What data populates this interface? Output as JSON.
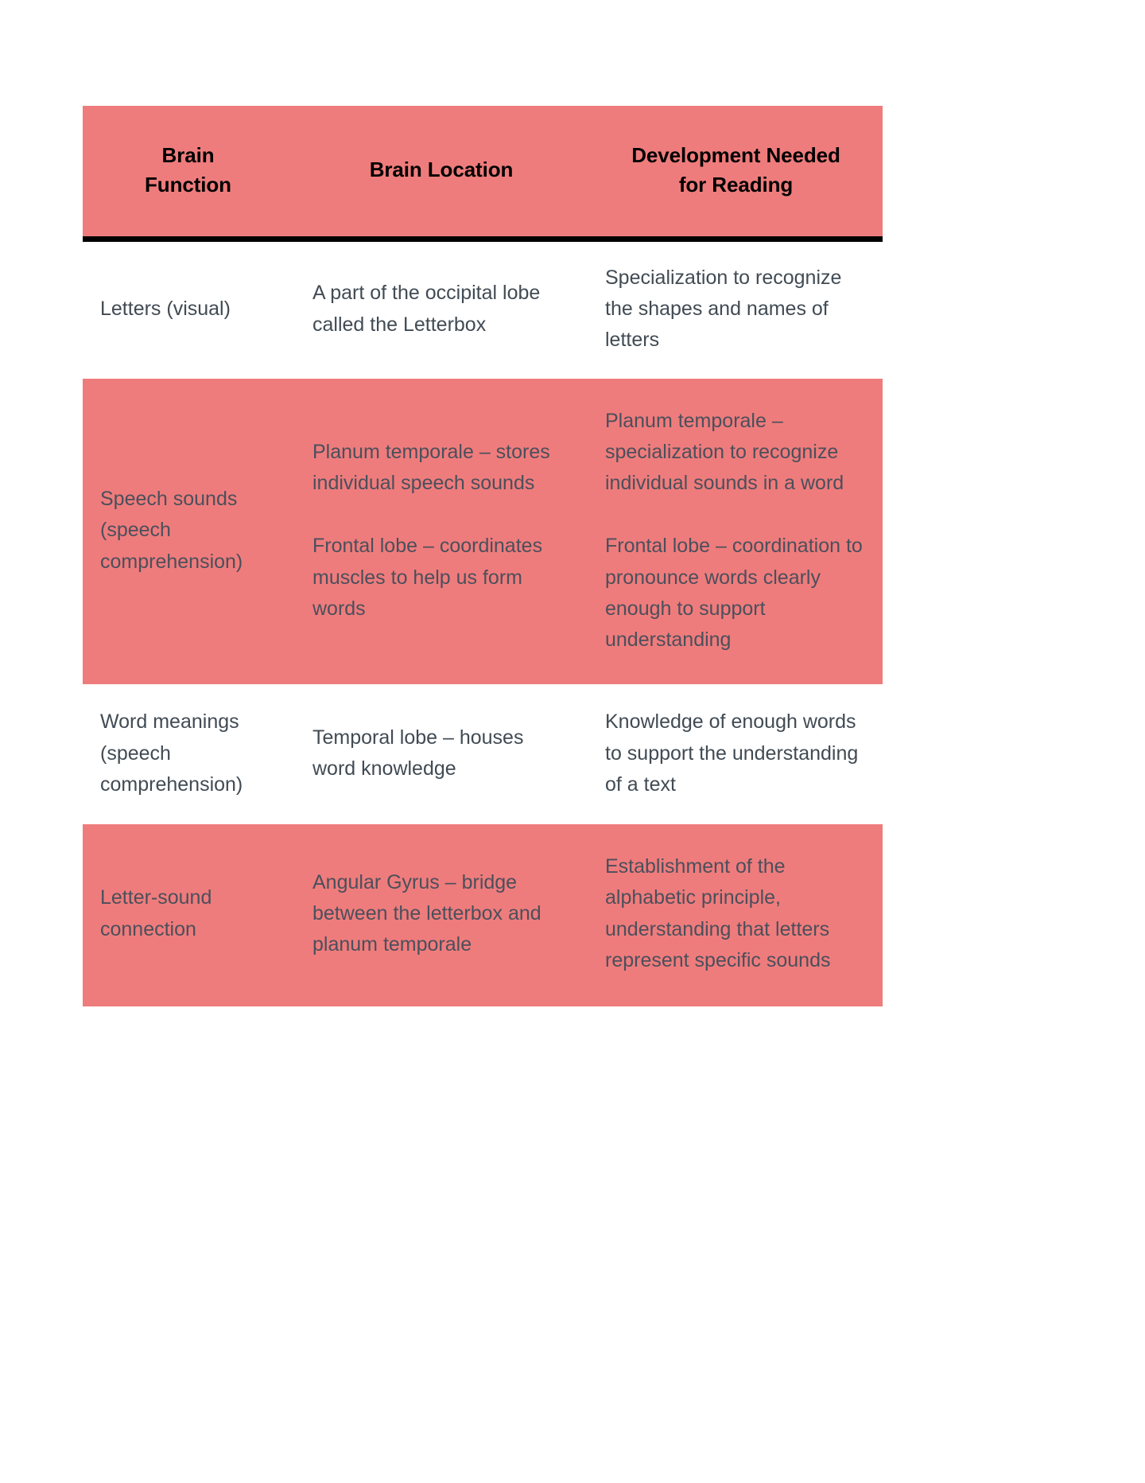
{
  "document": {
    "page_background": "#ffffff",
    "accent_color": "#ef7c7c",
    "body_text_color": "#414b54",
    "header_text_color": "#000000",
    "header_rule_color": "#000000"
  },
  "table": {
    "columns": [
      {
        "key": "function",
        "header_line_1": "Brain",
        "header_line_2": "Function"
      },
      {
        "key": "location",
        "header_line_1": "Brain Location",
        "header_line_2": ""
      },
      {
        "key": "development",
        "header_line_1": "Development Needed",
        "header_line_2": "for Reading"
      }
    ],
    "rows": [
      {
        "band": "white",
        "function": [
          "Letters (visual)"
        ],
        "location": [
          "A part of the occipital lobe called the Letterbox"
        ],
        "development": [
          "Specialization to recognize the shapes and names of letters"
        ]
      },
      {
        "band": "salmon",
        "function": [
          "Speech sounds (speech comprehension)"
        ],
        "location": [
          "Planum temporale – stores individual speech sounds",
          "Frontal lobe – coordinates muscles to help us form words"
        ],
        "development": [
          "Planum temporale – specialization to recognize individual sounds in a word",
          "Frontal lobe – coordination to pronounce words clearly enough to support understanding"
        ]
      },
      {
        "band": "white",
        "function": [
          "Word meanings (speech comprehension)"
        ],
        "location": [
          "Temporal lobe – houses word knowledge"
        ],
        "development": [
          "Knowledge of enough words to support the understanding of a text"
        ]
      },
      {
        "band": "salmon",
        "function": [
          "Letter-sound connection"
        ],
        "location": [
          "Angular Gyrus – bridge between the letterbox and planum temporale"
        ],
        "development": [
          "Establishment of the alphabetic principle, understanding that letters represent specific sounds"
        ]
      }
    ]
  }
}
